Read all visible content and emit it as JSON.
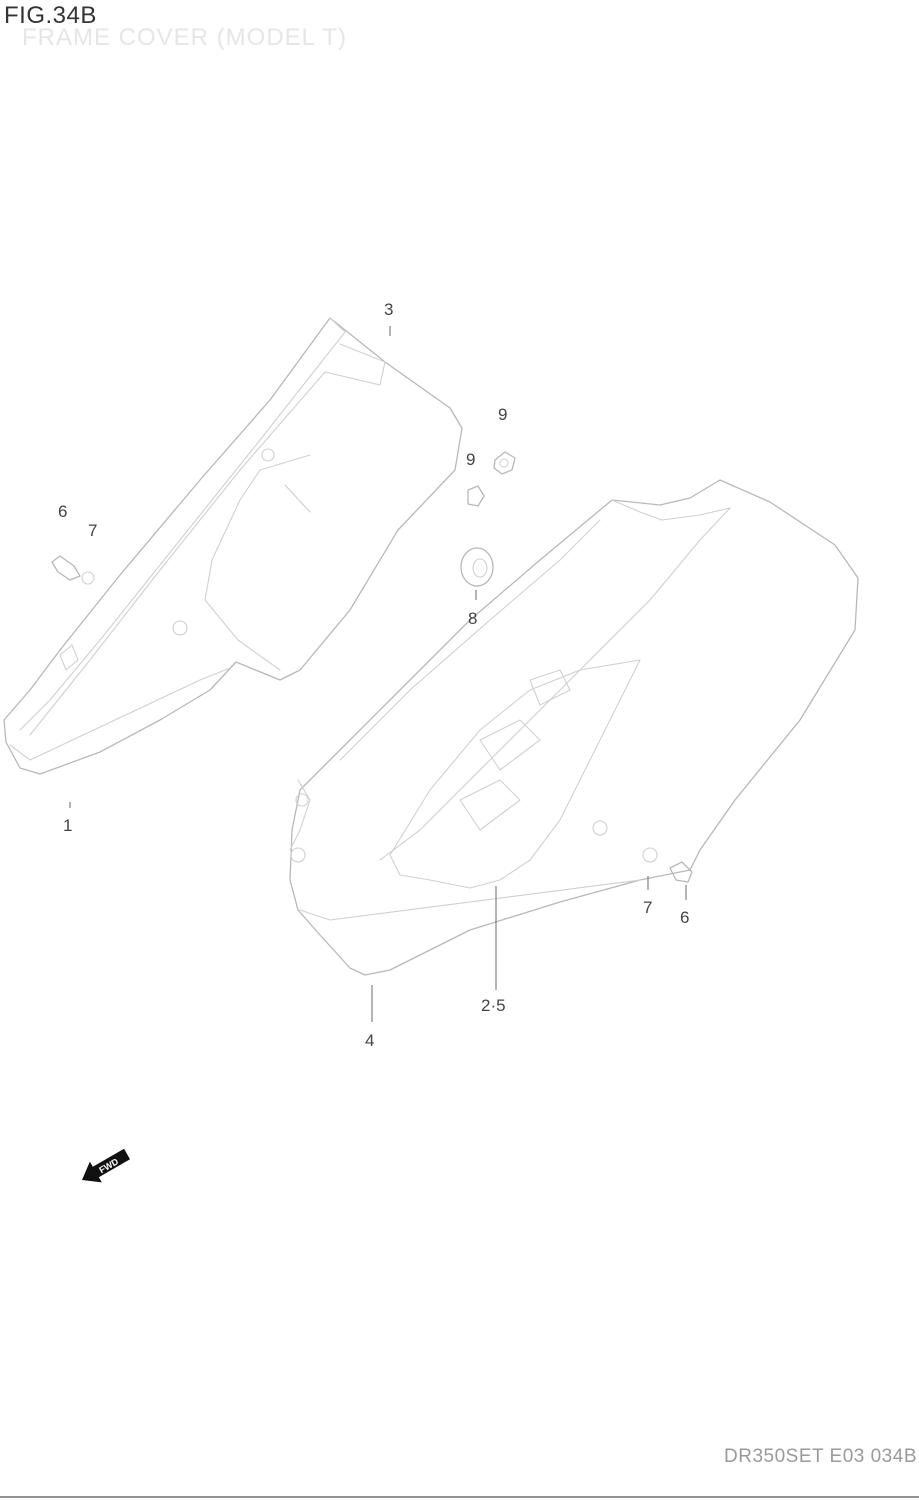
{
  "header": {
    "fig_number": "FIG.34B",
    "fig_title": "FRAME COVER (MODEL T)"
  },
  "footer": {
    "code": "DR350SET E03 034B"
  },
  "fwd_arrow": {
    "label": "FWD"
  },
  "callouts": {
    "c1": "1",
    "c3": "3",
    "c9a": "9",
    "c9b": "9",
    "c6a": "6",
    "c7a": "7",
    "c8": "8",
    "c7b": "7",
    "c6b": "6",
    "c25": "2·5",
    "c4": "4"
  }
}
